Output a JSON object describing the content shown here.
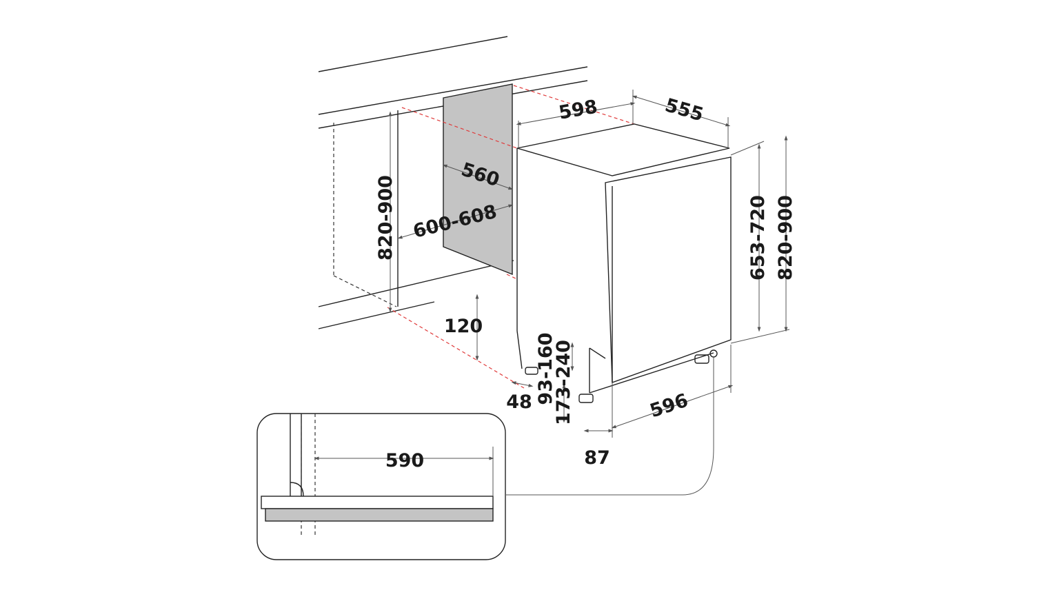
{
  "diagram": {
    "colors": {
      "line": "#222222",
      "guide": "#e03a3a",
      "panel_fill": "#c4c4c4",
      "strip_fill": "#c4c4c4"
    },
    "dimensions": {
      "overall_width": "598",
      "overall_depth": "555",
      "side_panel_depth": "560",
      "niche_width": "600-608",
      "niche_height_left": "820-900",
      "plinth_height": "120",
      "foot_offset": "48",
      "plinth_range_a": "93-160",
      "plinth_range_b": "173-240",
      "front_width": "596",
      "door_setback": "87",
      "door_height": "653-720",
      "niche_height_right": "820-900",
      "inset_width": "590"
    }
  }
}
